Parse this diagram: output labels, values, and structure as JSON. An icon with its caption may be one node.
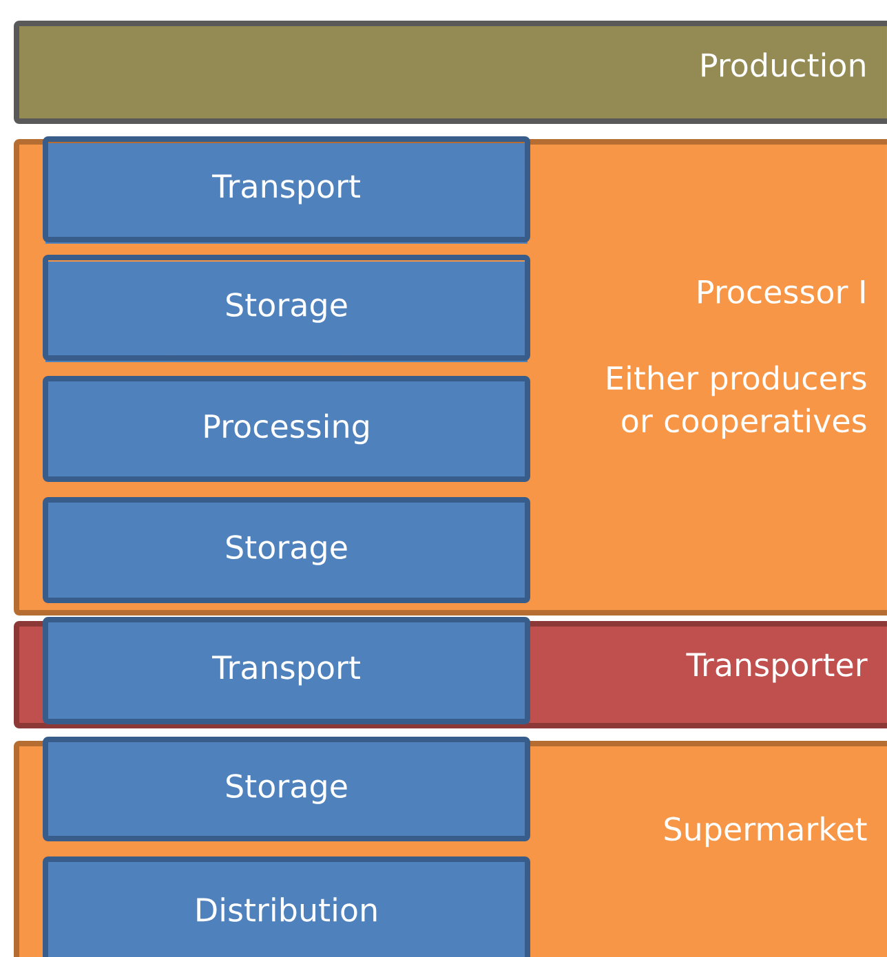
{
  "diagram": {
    "nodes": [
      {
        "text": [
          "Production"
        ]
      },
      {
        "text": [
          "Processor I",
          "Either producers or cooperatives"
        ]
      },
      {
        "text": [
          "Transport"
        ],
        "in": 1
      },
      {
        "text": [
          "Storage"
        ],
        "in": 1
      },
      {
        "text": [
          "Processing"
        ],
        "in": 1
      },
      {
        "text": [
          "Storage"
        ],
        "in": 1
      },
      {
        "text": [
          "Transporter"
        ]
      },
      {
        "text": [
          "Transport"
        ],
        "in": 6
      },
      {
        "text": [
          "Supermarket"
        ]
      },
      {
        "text": [
          "Storage"
        ],
        "in": 8
      },
      {
        "text": [
          "Distribution"
        ],
        "in": 8
      }
    ]
  }
}
